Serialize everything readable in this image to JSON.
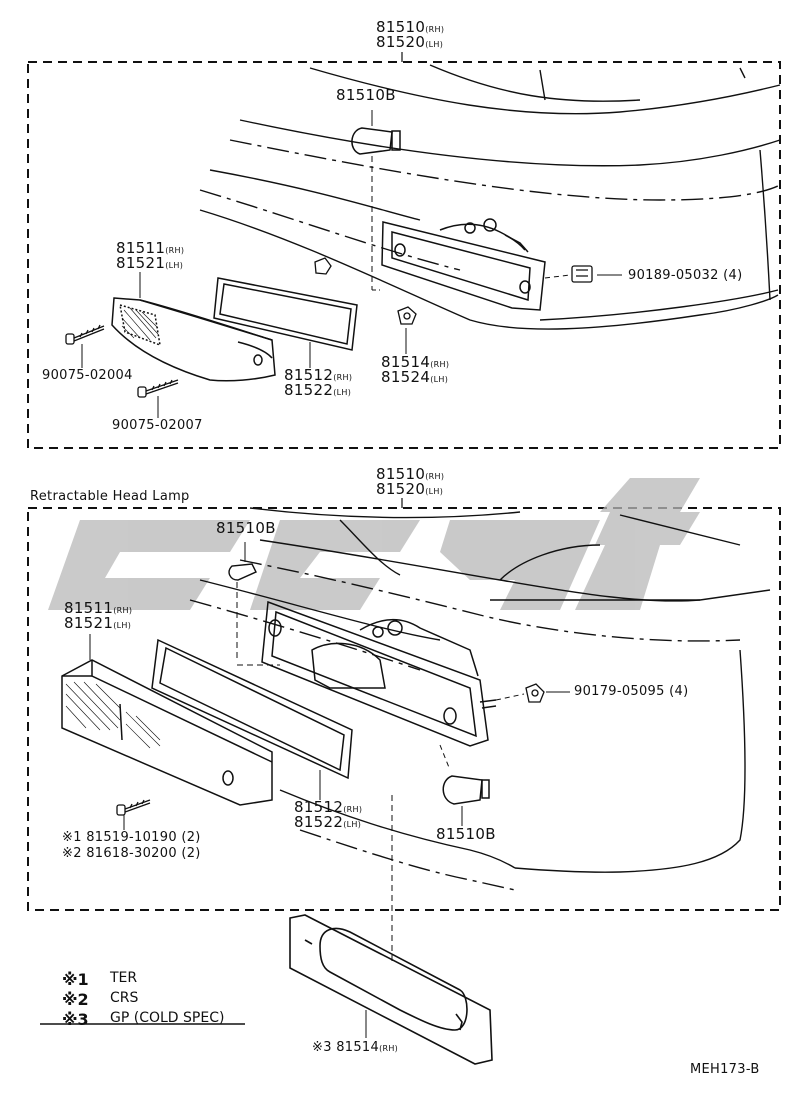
{
  "top_assembly": {
    "part_rh": "81510",
    "rh": "(RH)",
    "part_lh": "81520",
    "lh": "(LH)",
    "bulb": "81510B",
    "lens_rh": "81511",
    "lens_lh": "81521",
    "gasket_rh": "81512",
    "gasket_lh": "81522",
    "nut_rh": "81514",
    "nut_lh": "81524",
    "screw_1": "90075-02004",
    "screw_2": "90075-02007",
    "clip": "90189-05032 (4)"
  },
  "bottom_assembly": {
    "section_title": "Retractable Head Lamp",
    "part_rh": "81510",
    "part_lh": "81520",
    "bulb_top": "81510B",
    "bulb_bottom": "81510B",
    "lens_rh": "81511",
    "lens_lh": "81521",
    "gasket_rh": "81512",
    "gasket_lh": "81522",
    "nut": "90179-05095 (4)",
    "screw_ter": "※1 81519-10190 (2)",
    "screw_crs": "※2 81618-30200 (2)",
    "plate": "※3 81514",
    "plate_side": "(RH)"
  },
  "legend": [
    {
      "key": "※1",
      "text": "TER"
    },
    {
      "key": "※2",
      "text": "CRS"
    },
    {
      "key": "※3",
      "text": "GP (COLD SPEC)"
    }
  ],
  "diagram_id": "MEH173-B"
}
